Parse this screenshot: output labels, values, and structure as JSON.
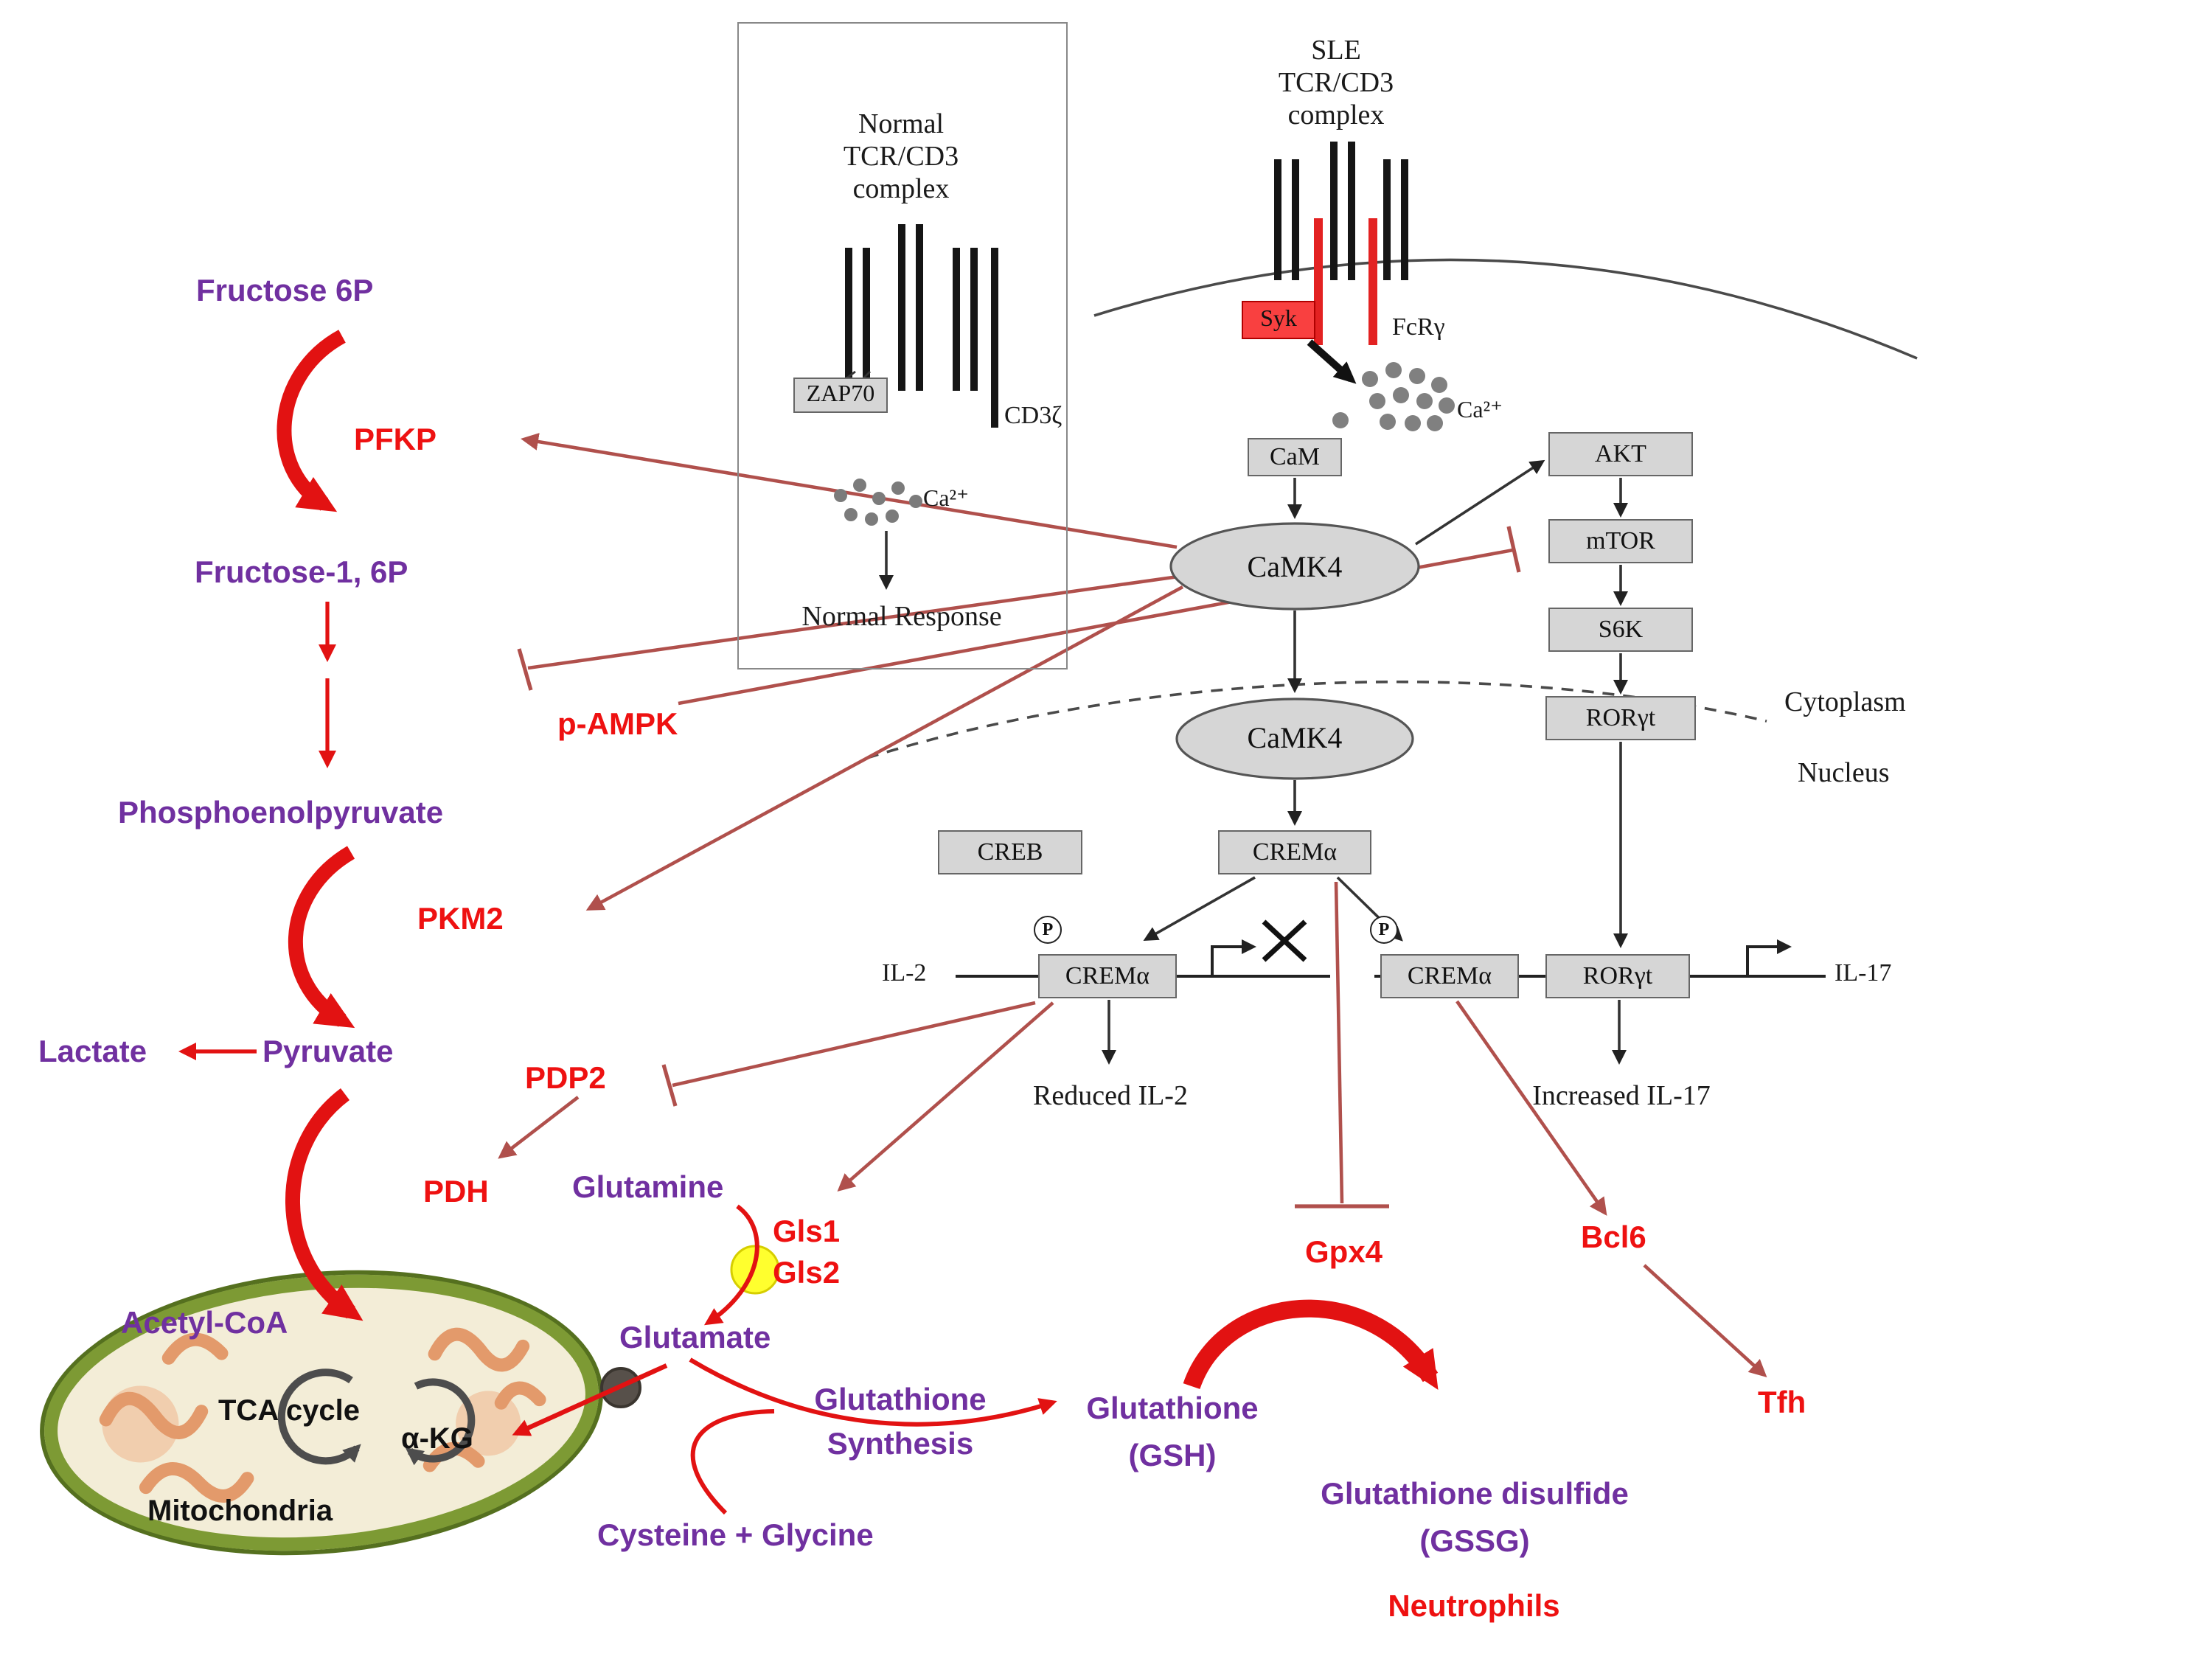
{
  "colors": {
    "purple_label": "#7030A0",
    "red_label": "#EE1111",
    "red_arrow": "#E21212",
    "brown_line": "#B0504C",
    "gray_box_fill": "#D6D6D6",
    "mito_green": "#7D9A34",
    "cristae_orange": "#E39A6B",
    "enzyme_yellow": "#FFFF2E",
    "syk_red": "#F94040"
  },
  "metabolism": {
    "fructose_6p": "Fructose 6P",
    "pfkp": "PFKP",
    "fructose_16p": "Fructose-1, 6P",
    "pep": "Phosphoenolpyruvate",
    "pkm2": "PKM2",
    "lactate": "Lactate",
    "pyruvate": "Pyruvate",
    "pdp2": "PDP2",
    "pdh": "PDH",
    "acetyl_coa": "Acetyl-CoA",
    "p_ampk": "p-AMPK",
    "tca_cycle": "TCA cycle",
    "akg": "α-KG",
    "mitochondria": "Mitochondria"
  },
  "glutamine_pathway": {
    "glutamine": "Glutamine",
    "gls1": "Gls1",
    "gls2": "Gls2",
    "glutamate": "Glutamate",
    "synthesis_l1": "Glutathione",
    "synthesis_l2": "Synthesis",
    "cys_gly": "Cysteine + Glycine",
    "gsh_l1": "Glutathione",
    "gsh_l2": "(GSH)",
    "gssg_l1": "Glutathione disulfide",
    "gssg_l2": "(GSSG)",
    "gpx4": "Gpx4",
    "neutrophils": "Neutrophils"
  },
  "normal_complex": {
    "l1": "Normal",
    "l2": "TCR/CD3",
    "l3": "complex",
    "zap70": "ZAP70",
    "cd3zeta": "CD3ζ",
    "ca": "Ca²⁺",
    "response": "Normal Response"
  },
  "sle_complex": {
    "l1": "SLE",
    "l2": "TCR/CD3",
    "l3": "complex",
    "syk": "Syk",
    "fcr_gamma": "FcRγ",
    "ca": "Ca²⁺"
  },
  "signaling": {
    "cam": "CaM",
    "camk4_cytoplasm": "CaMK4",
    "camk4_nucleus": "CaMK4",
    "akt": "AKT",
    "mtor": "mTOR",
    "s6k": "S6K",
    "rorgt": "RORγt",
    "cytoplasm": "Cytoplasm",
    "nucleus": "Nucleus"
  },
  "nucleus_elements": {
    "creb": "CREB",
    "crema": "CREMα",
    "phospho": "P",
    "il2": "IL-2",
    "crema_il2": "CREMα",
    "reduced_il2": "Reduced IL-2",
    "crema_il17": "CREMα",
    "rorgt": "RORγt",
    "il17": "IL-17",
    "increased_il17": "Increased IL-17",
    "bcl6": "Bcl6",
    "tfh": "Tfh"
  }
}
